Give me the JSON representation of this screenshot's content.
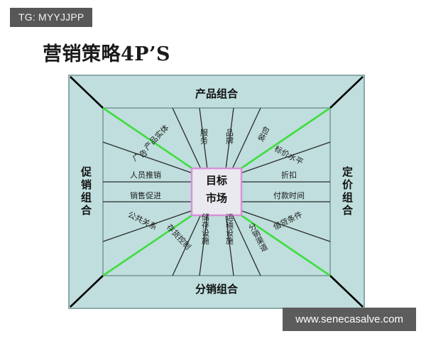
{
  "badge": {
    "text": "TG: MYYJJPP",
    "bg": "#575757",
    "fg": "#f2f2f2"
  },
  "title": "营销策略4P’S",
  "watermark": {
    "text": "www.senecasalve.com",
    "bg": "#5c5c5c",
    "fg": "#ffffff"
  },
  "diagram": {
    "center": {
      "line1": "目标",
      "line2": "市场",
      "border": "#d98fd9",
      "fill": "#e9e9ef"
    },
    "background": "#bfdedd",
    "frame_line": "#7a9a99",
    "corner_line": "#000000",
    "radial_line": "#2b2b2b",
    "accent_line": "#3fdd3f",
    "sides": {
      "top": "产品组合",
      "bottom": "分销组合",
      "left": "促销组合",
      "right": "定价组合"
    },
    "segments": [
      {
        "id": "seg-product-entity",
        "label": "产品实体",
        "region": "top-left",
        "rotation": -46
      },
      {
        "id": "seg-service",
        "label": "服务",
        "region": "top-center-left",
        "rotation": 0
      },
      {
        "id": "seg-brand",
        "label": "品牌",
        "region": "top-center-right",
        "rotation": 0
      },
      {
        "id": "seg-packaging",
        "label": "包装",
        "region": "top-right",
        "rotation": 0
      },
      {
        "id": "seg-advertising",
        "label": "广告",
        "region": "left-upper-diagonal",
        "rotation": -28
      },
      {
        "id": "seg-price-level",
        "label": "标价水平",
        "region": "right-upper-diagonal",
        "rotation": 28
      },
      {
        "id": "seg-personal-selling",
        "label": "人员推销",
        "region": "left-upper",
        "rotation": 0
      },
      {
        "id": "seg-discount",
        "label": "折扣",
        "region": "right-upper",
        "rotation": 0
      },
      {
        "id": "seg-sales-promotion",
        "label": "销售促进",
        "region": "left-lower",
        "rotation": 0
      },
      {
        "id": "seg-payment-time",
        "label": "付款时间",
        "region": "right-lower",
        "rotation": 0
      },
      {
        "id": "seg-public-relations",
        "label": "公共关系",
        "region": "left-lower-diagonal",
        "rotation": 26
      },
      {
        "id": "seg-credit-terms",
        "label": "借贷条件",
        "region": "right-lower-diagonal",
        "rotation": -26
      },
      {
        "id": "seg-inventory-control",
        "label": "存货控制",
        "region": "bottom-left",
        "rotation": 47
      },
      {
        "id": "seg-storage-facility",
        "label": "储存设施",
        "region": "bottom-center-left",
        "rotation": 0
      },
      {
        "id": "seg-transport-facility",
        "label": "运输设施",
        "region": "bottom-center-right",
        "rotation": 0
      },
      {
        "id": "seg-distribution-channel",
        "label": "分销渠道",
        "region": "bottom-right",
        "rotation": -47
      }
    ]
  }
}
